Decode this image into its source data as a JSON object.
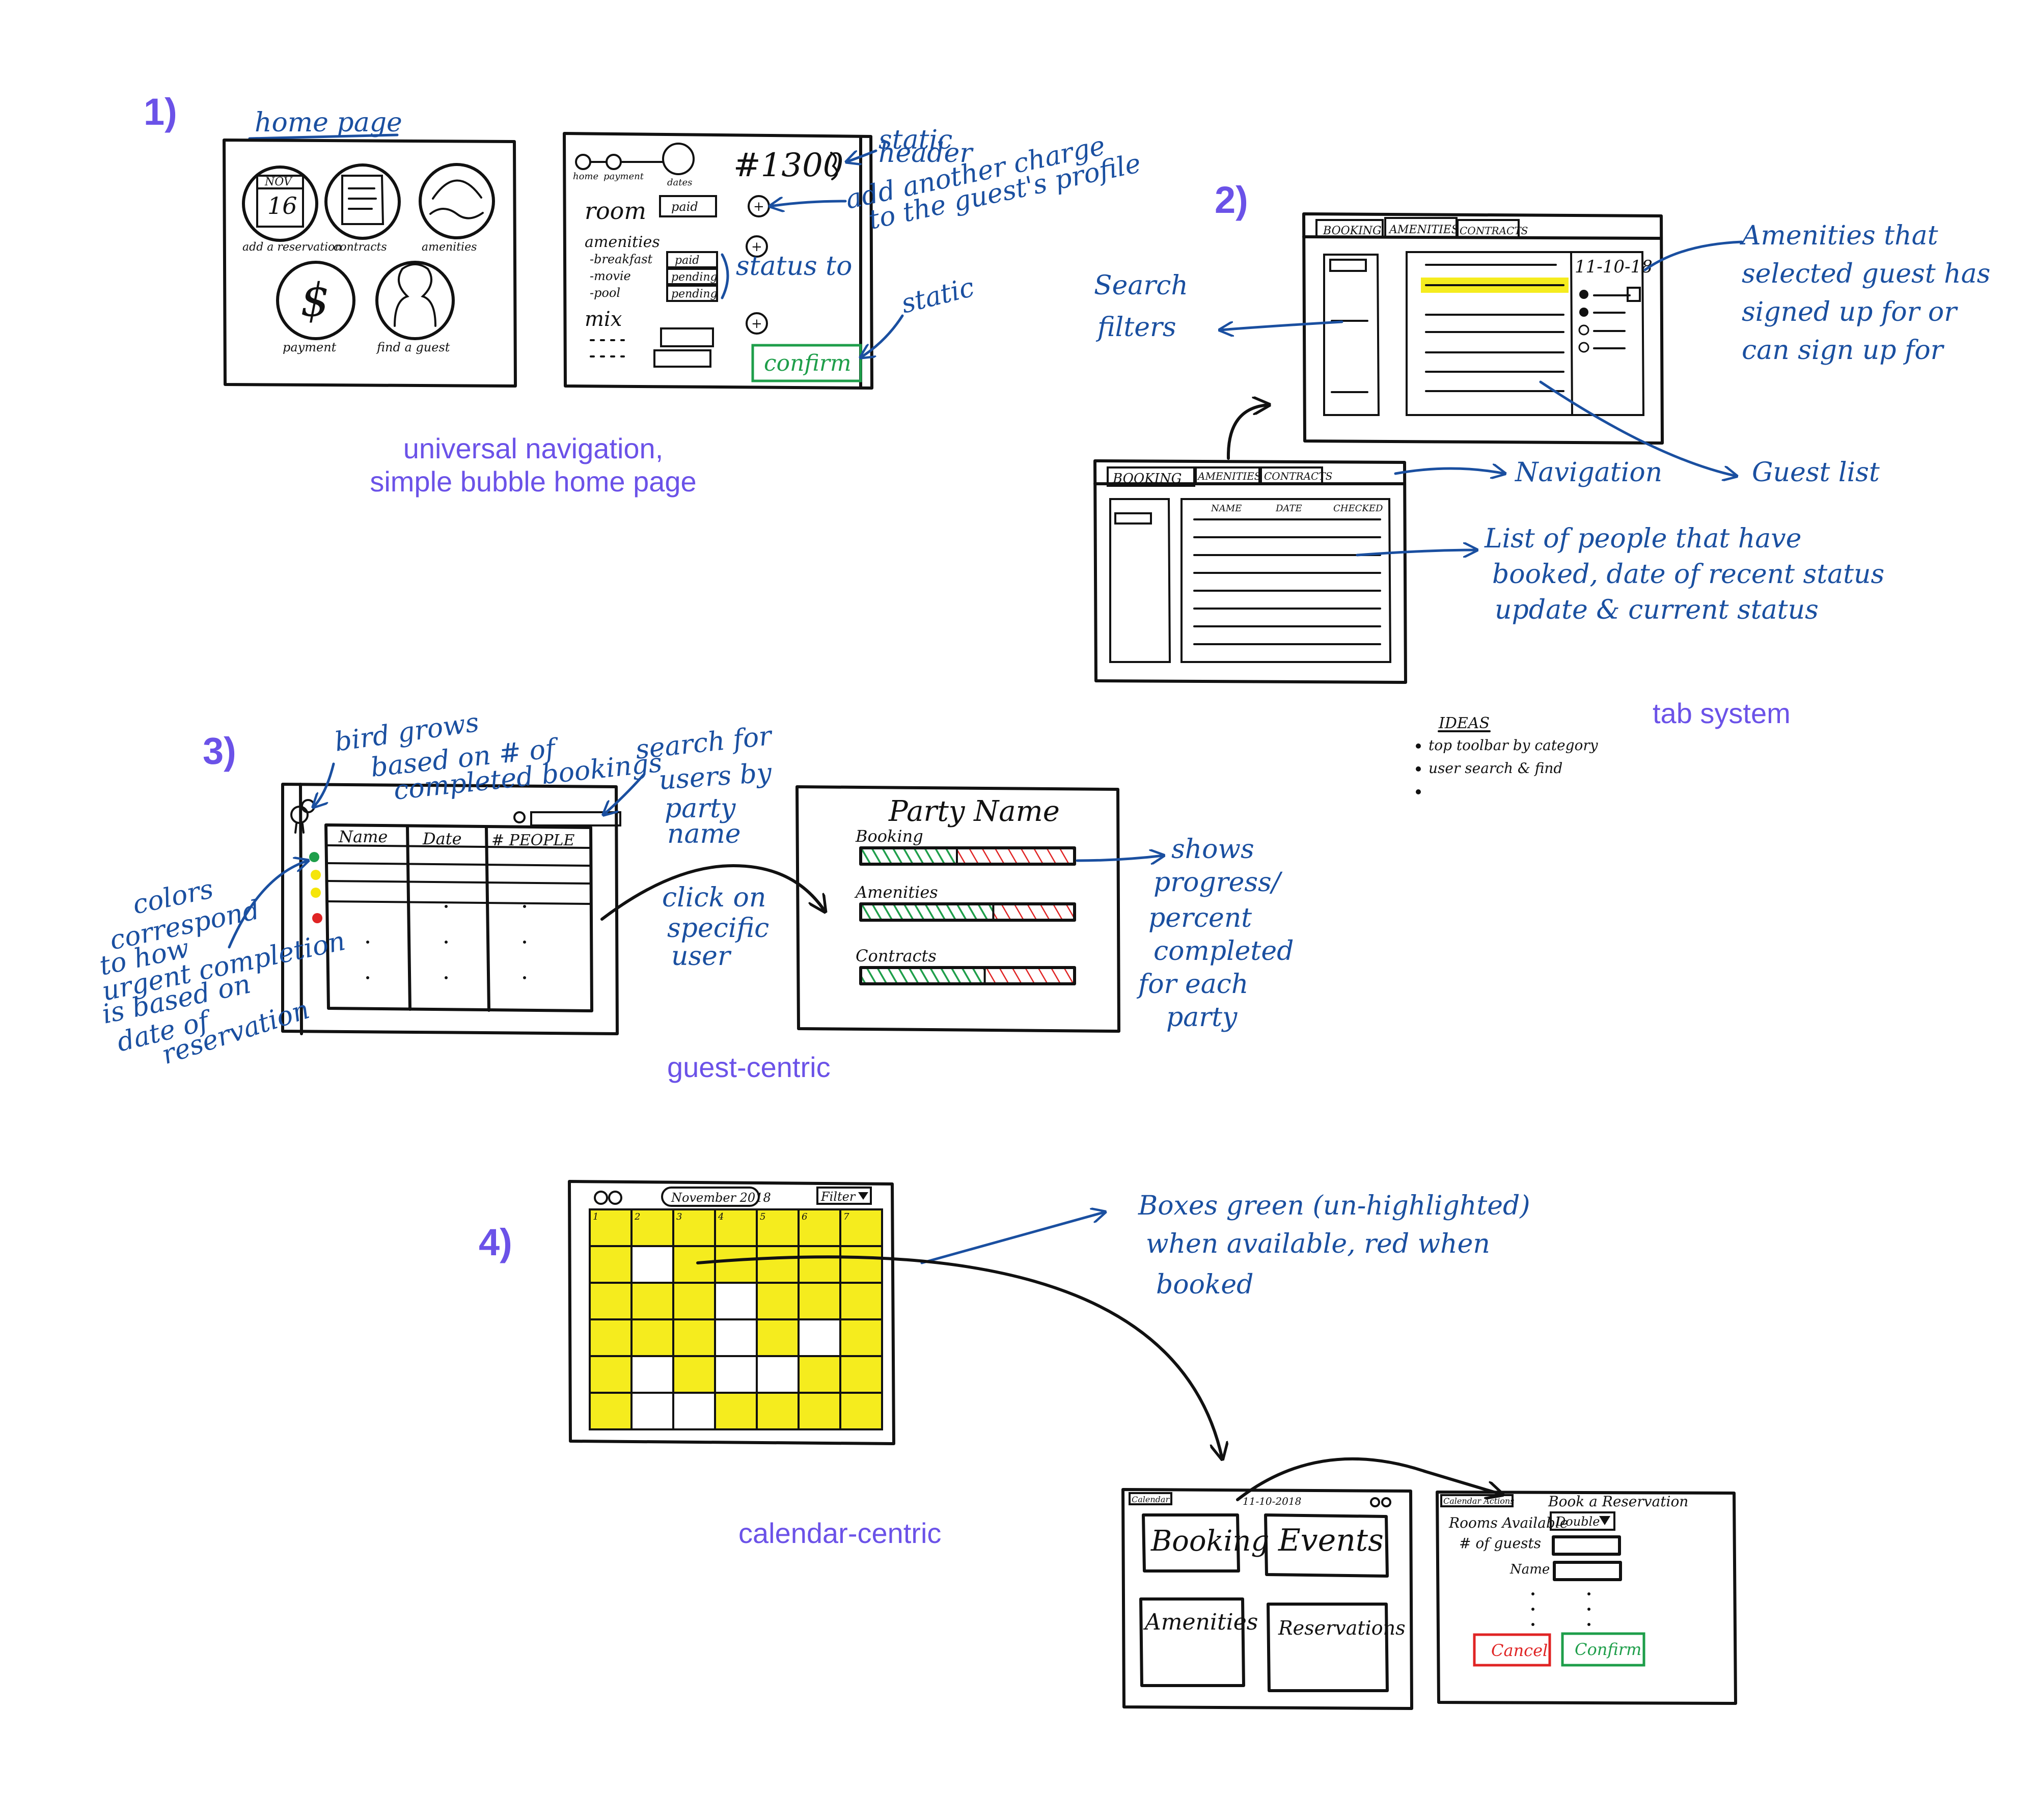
{
  "section_numbers": [
    "1)",
    "2)",
    "3)",
    "4)"
  ],
  "captions": {
    "s1_line1": "universal navigation,",
    "s1_line2": "simple bubble home page",
    "s2": "tab system",
    "s3": "guest-centric",
    "s4": "calendar-centric"
  },
  "sketch1": {
    "home_title": "home page",
    "bubbles": [
      "add a reservation",
      "contracts",
      "amenities",
      "payment",
      "find a guest"
    ],
    "calendar_month": "NOV",
    "calendar_day": "16",
    "dollar_sign": "$",
    "nav_labels": [
      "home",
      "payment",
      "dates"
    ],
    "room_number": "#1300",
    "room_label": "room",
    "room_status": "paid",
    "amenities_label": "amenities",
    "amenity_items": [
      "-breakfast",
      "-movie",
      "-pool"
    ],
    "amenity_status": [
      "paid",
      "pending",
      "pending"
    ],
    "misc_label": "mix",
    "confirm_label": "confirm",
    "plus_symbol": "+",
    "notes": {
      "static_header": [
        "static",
        "header"
      ],
      "add_charge": [
        "add another charge",
        "to the guest's profile"
      ],
      "status_to": "status to",
      "static": "static"
    }
  },
  "sketch2": {
    "tabs": [
      "BOOKING",
      "AMENITIES",
      "CONTRACTS"
    ],
    "date": "11-10-18",
    "columns": [
      "NAME",
      "DATE",
      "CHECKED"
    ],
    "notes": {
      "search_filters": [
        "Search",
        "filters"
      ],
      "amenities": [
        "Amenities that",
        "selected guest has",
        "signed up for or",
        "can sign up for"
      ],
      "navigation": "Navigation",
      "guest_list": "Guest list",
      "list_people": [
        "List of people that have",
        "booked, date of recent status",
        "update & current status"
      ]
    },
    "ideas": {
      "title": "IDEAS",
      "items": [
        "top toolbar by category",
        "user search & find",
        ""
      ]
    }
  },
  "sketch3": {
    "table_headers": [
      "Name",
      "Date",
      "# PEOPLE"
    ],
    "party_title": "Party Name",
    "progress": [
      {
        "label": "Booking",
        "complete": 0.45
      },
      {
        "label": "Amenities",
        "complete": 0.62
      },
      {
        "label": "Contracts",
        "complete": 0.58
      }
    ],
    "colors": {
      "green": "#1e9e4a",
      "red": "#e02424",
      "yellow": "#f5e50a"
    },
    "notes": {
      "bird": [
        "bird grows",
        "based on # of",
        "completed bookings"
      ],
      "search": [
        "search for",
        "users by",
        "party",
        "name"
      ],
      "colors": [
        "colors",
        "correspond",
        "to how",
        "urgent completion",
        "is based on",
        "date of",
        "reservation"
      ],
      "click": [
        "click on",
        "specific",
        "user"
      ],
      "shows": [
        "shows",
        "progress/",
        "percent",
        "completed",
        "for each",
        "party"
      ]
    }
  },
  "sketch4": {
    "month": "November 2018",
    "filter": "Filter",
    "day_numbers": [
      "1",
      "2",
      "3",
      "4",
      "5",
      "6",
      "7"
    ],
    "day_date": "11-10-2018",
    "calendar_tab": "Calendar",
    "tiles": [
      "Booking",
      "Events",
      "Amenities",
      "Reservations"
    ],
    "back_tab": "Calendar Actions",
    "form_title": "Book a Reservation",
    "form_rows": [
      "Rooms Available",
      "# of guests",
      "Name"
    ],
    "room_type": "Double",
    "cancel": "Cancel",
    "confirm": "Confirm",
    "notes": [
      "Boxes green (un-highlighted)",
      "when available, red when",
      "booked"
    ]
  }
}
